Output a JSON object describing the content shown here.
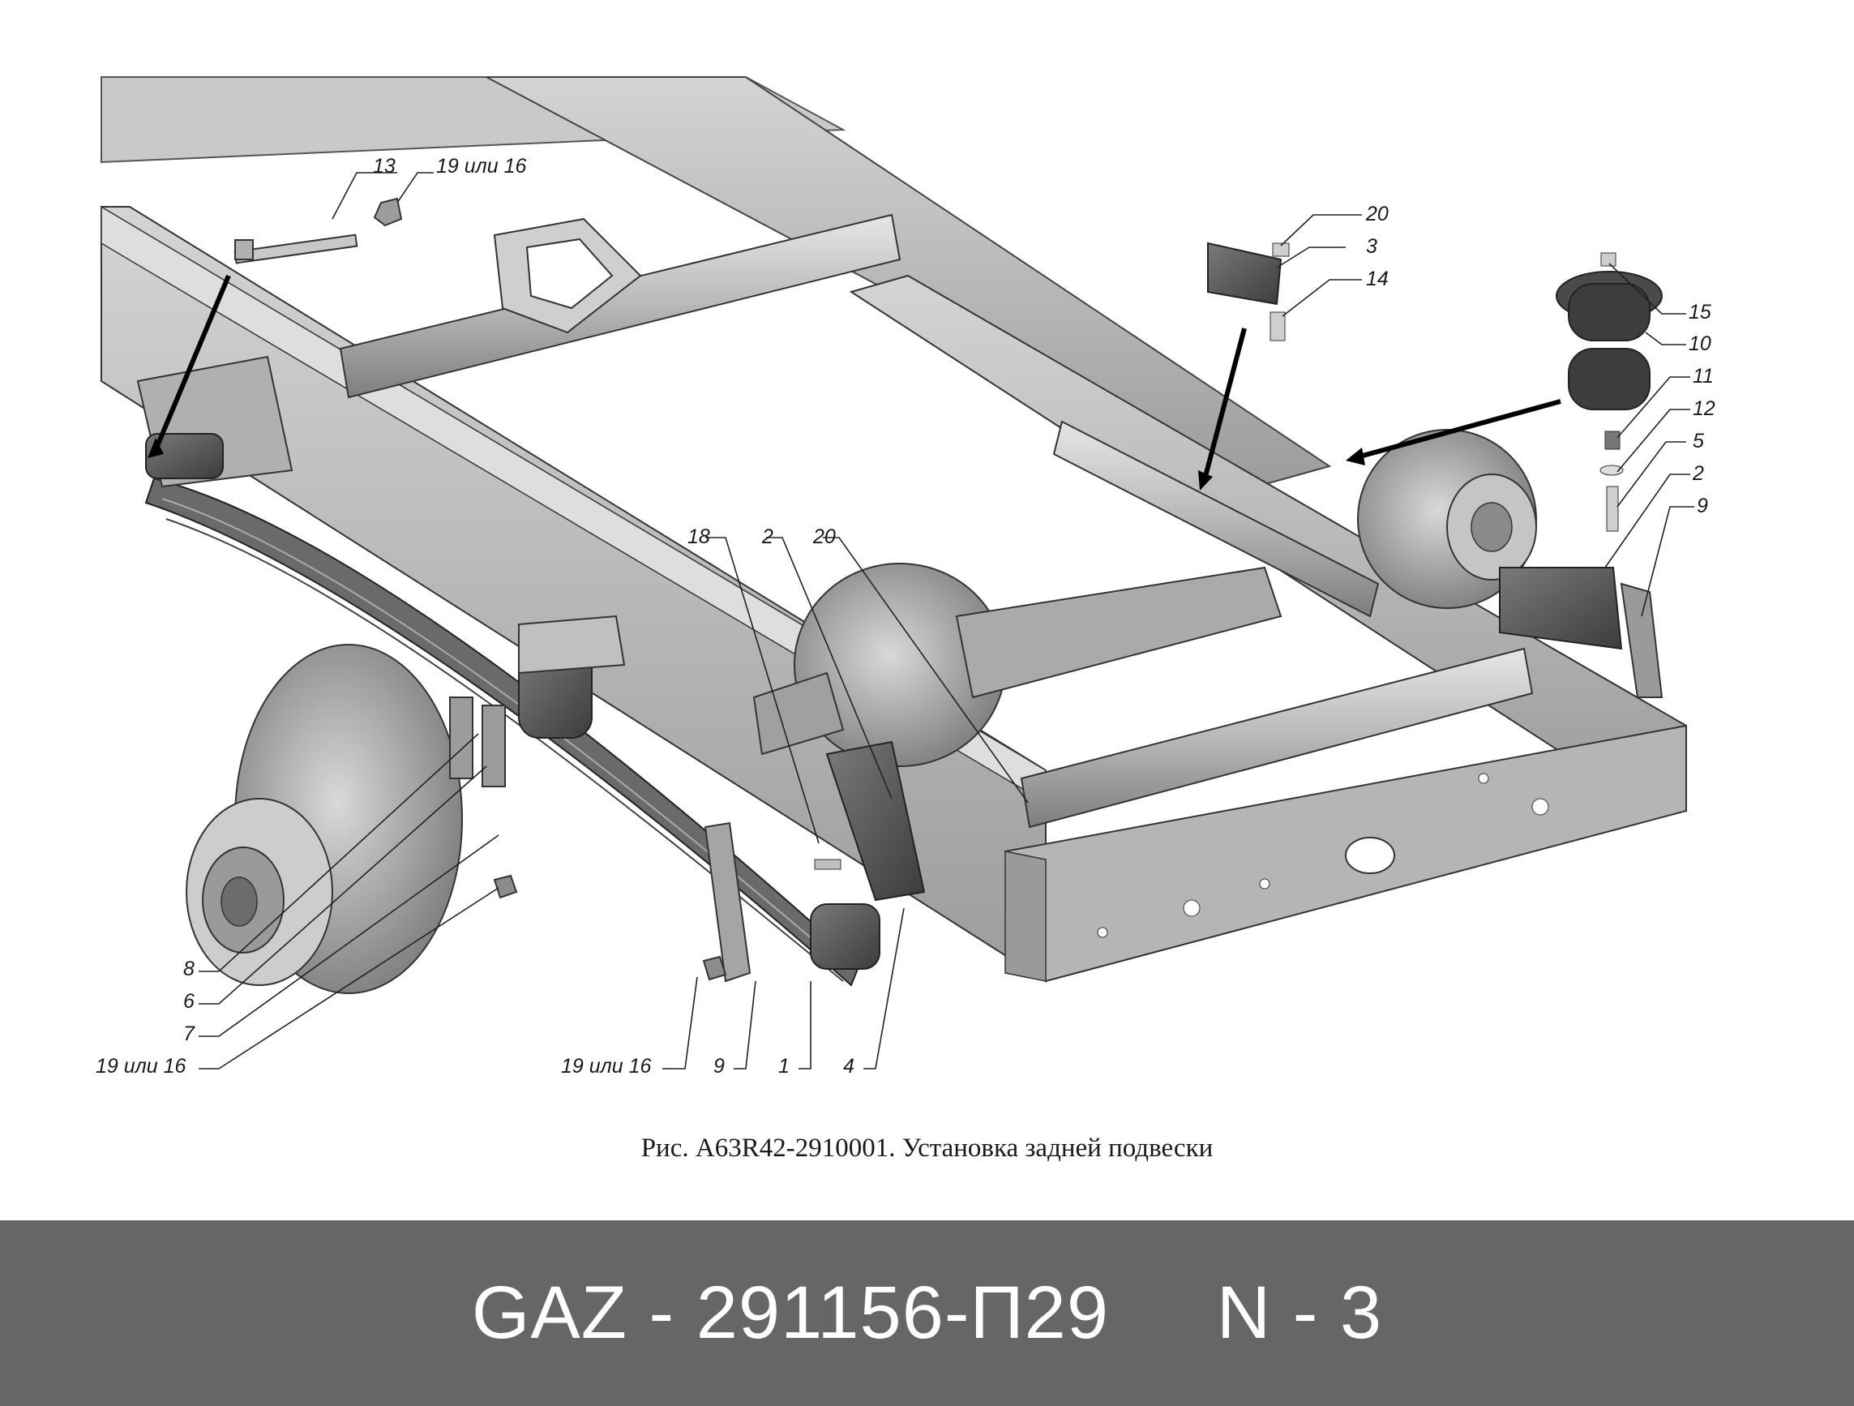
{
  "figure": {
    "caption": "Рис. А63R42-2910001. Установка задней подвески",
    "callouts": [
      {
        "id": "c13a",
        "text": "13"
      },
      {
        "id": "c19a",
        "text": "19 или 16"
      },
      {
        "id": "c20a",
        "text": "20"
      },
      {
        "id": "c3",
        "text": "3"
      },
      {
        "id": "c14",
        "text": "14"
      },
      {
        "id": "c15",
        "text": "15"
      },
      {
        "id": "c10",
        "text": "10"
      },
      {
        "id": "c11",
        "text": "11"
      },
      {
        "id": "c12",
        "text": "12"
      },
      {
        "id": "c5",
        "text": "5"
      },
      {
        "id": "c2a",
        "text": "2"
      },
      {
        "id": "c9a",
        "text": "9"
      },
      {
        "id": "c18",
        "text": "18"
      },
      {
        "id": "c2b",
        "text": "2"
      },
      {
        "id": "c20b",
        "text": "20"
      },
      {
        "id": "c8",
        "text": "8"
      },
      {
        "id": "c6",
        "text": "6"
      },
      {
        "id": "c7",
        "text": "7"
      },
      {
        "id": "c19b",
        "text": "19 или 16"
      },
      {
        "id": "c19c",
        "text": "19 или 16"
      },
      {
        "id": "c9b",
        "text": "9"
      },
      {
        "id": "c1",
        "text": "1"
      },
      {
        "id": "c4",
        "text": "4"
      }
    ]
  },
  "footer": {
    "part_label": "GAZ - 291156-П29     N - 3"
  },
  "colors": {
    "frame": "#bdbdbd",
    "frame_dark": "#8a8a8a",
    "outline": "#3a3a3a",
    "footer_bg": "#666666",
    "footer_text": "#ffffff"
  }
}
